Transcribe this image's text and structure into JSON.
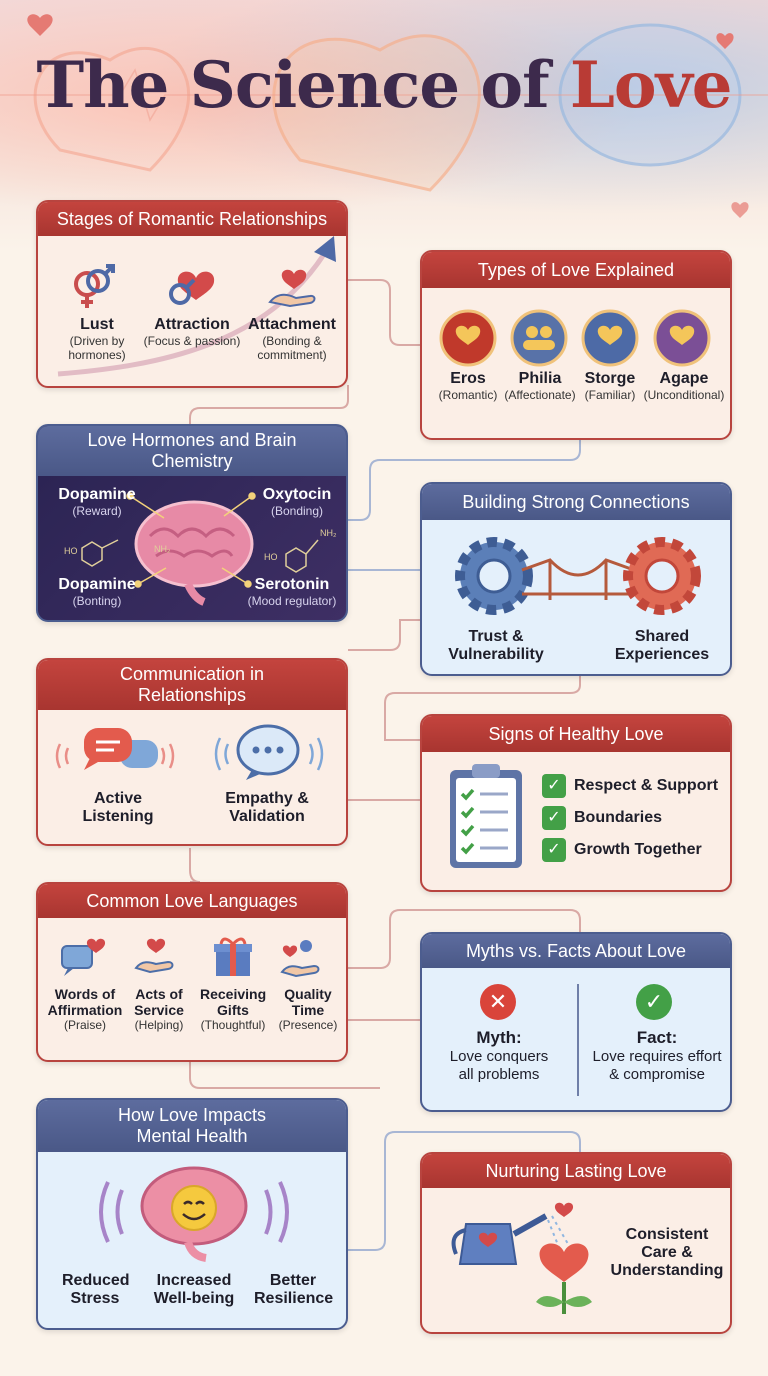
{
  "title": {
    "main": "The Science of",
    "accent": "Love"
  },
  "stages": {
    "heading": "Stages of Romantic Relationships",
    "items": [
      {
        "label": "Lust",
        "sub": "(Driven by hormones)"
      },
      {
        "label": "Attraction",
        "sub": "(Focus & passion)"
      },
      {
        "label": "Attachment",
        "sub": "(Bonding & commitment)"
      }
    ]
  },
  "types": {
    "heading": "Types of Love Explained",
    "items": [
      {
        "label": "Eros",
        "sub": "(Romantic)"
      },
      {
        "label": "Philia",
        "sub": "(Affectionate)"
      },
      {
        "label": "Storge",
        "sub": "(Familiar)"
      },
      {
        "label": "Agape",
        "sub": "(Unconditional)"
      }
    ]
  },
  "hormones": {
    "heading": "Love Hormones and Brain Chemistry",
    "items": [
      {
        "label": "Dopamine",
        "sub": "(Reward)"
      },
      {
        "label": "Oxytocin",
        "sub": "(Bonding)"
      },
      {
        "label": "Dopamine",
        "sub": "(Bonting)"
      },
      {
        "label": "Serotonin",
        "sub": "(Mood regulator)"
      }
    ],
    "formula_a": "HO",
    "formula_b": "NH₂"
  },
  "connections": {
    "heading": "Building Strong Connections",
    "items": [
      {
        "label": "Trust & Vulnerability"
      },
      {
        "label": "Shared Experiences"
      }
    ]
  },
  "communication": {
    "heading": "Communication in Relationships",
    "items": [
      {
        "label": "Active Listening"
      },
      {
        "label": "Empathy & Validation"
      }
    ]
  },
  "healthy": {
    "heading": "Signs of Healthy Love",
    "items": [
      "Respect & Support",
      "Boundaries",
      "Growth Together"
    ]
  },
  "languages": {
    "heading": "Common Love Languages",
    "items": [
      {
        "label": "Words of Affirmation",
        "sub": "(Praise)"
      },
      {
        "label": "Acts of Service",
        "sub": "(Helping)"
      },
      {
        "label": "Receiving Gifts",
        "sub": "(Thoughtful)"
      },
      {
        "label": "Quality Time",
        "sub": "(Presence)"
      }
    ]
  },
  "myths": {
    "heading": "Myths vs. Facts About Love",
    "myth": {
      "label": "Myth:",
      "text": "Love conquers all problems"
    },
    "fact": {
      "label": "Fact:",
      "text": "Love requires effort & compromise"
    }
  },
  "mental": {
    "heading": "How Love Impacts Mental Health",
    "items": [
      {
        "label": "Reduced Stress"
      },
      {
        "label": "Increased Well-being"
      },
      {
        "label": "Better Resilience"
      }
    ]
  },
  "nurture": {
    "heading": "Nurturing Lasting Love",
    "text": "Consistent Care & Understanding"
  },
  "colors": {
    "red": "#b8443f",
    "blue": "#4c5d8f",
    "title": "#3d2a4c",
    "accent": "#b93b35",
    "check": "#43a047"
  }
}
